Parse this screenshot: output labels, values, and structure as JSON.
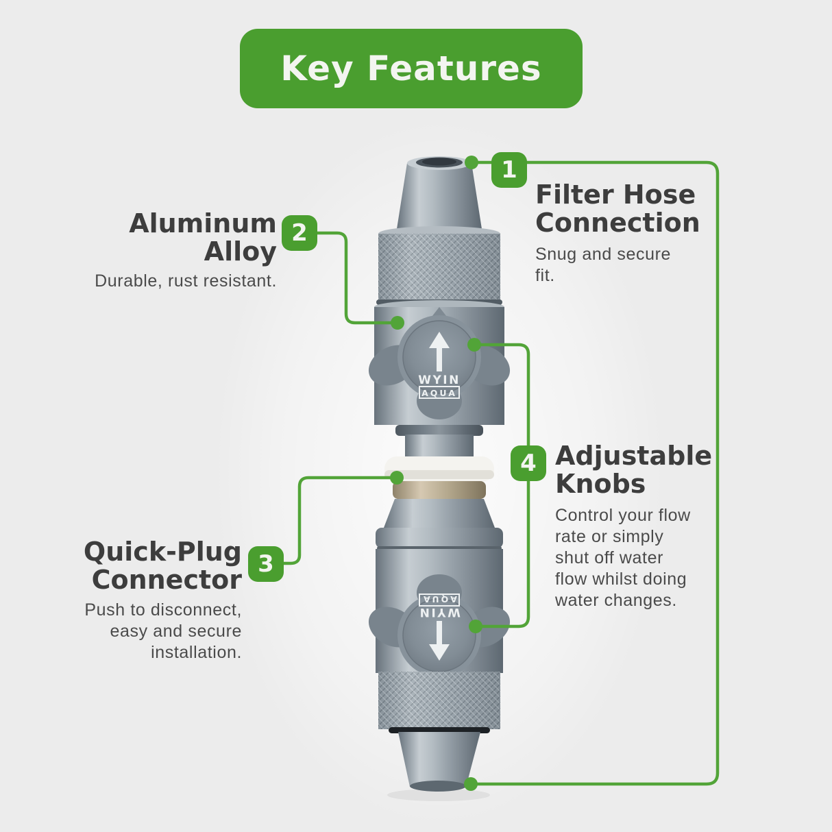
{
  "title": {
    "label": "Key Features"
  },
  "colors": {
    "accent_green": "#4a9e2f",
    "connector_line_green": "#52a438",
    "background": "#ececec",
    "heading_text": "#3d3d3d",
    "body_text": "#4a4a4a",
    "metal_gray": "#97a1a9",
    "white_ring": "#f4f3ef",
    "brass_ring": "#b3a78c"
  },
  "features": [
    {
      "number": "1",
      "title": "Filter Hose\nConnection",
      "body": "Snug and secure\nfit."
    },
    {
      "number": "2",
      "title": "Aluminum\nAlloy",
      "body": "Durable, rust resistant."
    },
    {
      "number": "3",
      "title": "Quick-Plug\nConnector",
      "body": "Push to disconnect,\neasy and secure\ninstallation."
    },
    {
      "number": "4",
      "title": "Adjustable\nKnobs",
      "body": "Control your flow\nrate or simply\nshut off water\nflow whilst doing\nwater changes."
    }
  ],
  "product": {
    "brand_line1": "WYIN",
    "brand_line2": "AQUA"
  }
}
